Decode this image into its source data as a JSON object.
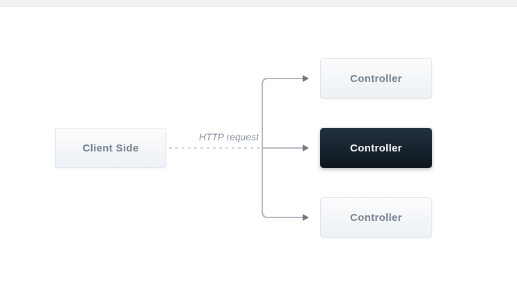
{
  "diagram": {
    "client_box": {
      "label": "Client Side"
    },
    "request_label": "HTTP request",
    "controllers": [
      {
        "label": "Controller",
        "variant": "light"
      },
      {
        "label": "Controller",
        "variant": "dark"
      },
      {
        "label": "Controller",
        "variant": "light"
      }
    ],
    "colors": {
      "background": "#ffffff",
      "top_bar": "#f2f3f4",
      "light_box_fill_top": "#fbfcfd",
      "light_box_fill_bottom": "#edf1f5",
      "light_box_border": "#dde3ea",
      "light_box_text": "#727e8b",
      "client_box_text": "#566170",
      "dark_box_fill_top": "#223140",
      "dark_box_fill_bottom": "#0e151c",
      "dark_box_text": "#ffffff",
      "line_solid": "#adb5bf",
      "line_dashed": "#ccd1d8",
      "arrowhead": "#6e7984",
      "request_label_text": "#828d99"
    }
  }
}
